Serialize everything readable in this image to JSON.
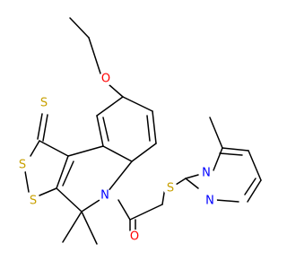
{
  "molecule": {
    "atoms": {
      "ether_o": {
        "symbol": "O",
        "color": "#ff0000"
      },
      "thione_s": {
        "symbol": "S",
        "color": "#c8a000"
      },
      "dithiole_s1": {
        "symbol": "S",
        "color": "#c8a000"
      },
      "dithiole_s2": {
        "symbol": "S",
        "color": "#c8a000"
      },
      "ring_n": {
        "symbol": "N",
        "color": "#0000ff"
      },
      "carbonyl_o": {
        "symbol": "O",
        "color": "#ff0000"
      },
      "thioether_s": {
        "symbol": "S",
        "color": "#c8a000"
      },
      "pyrimidine_n1": {
        "symbol": "N",
        "color": "#0000ff"
      },
      "pyrimidine_n2": {
        "symbol": "N",
        "color": "#0000ff"
      }
    }
  }
}
